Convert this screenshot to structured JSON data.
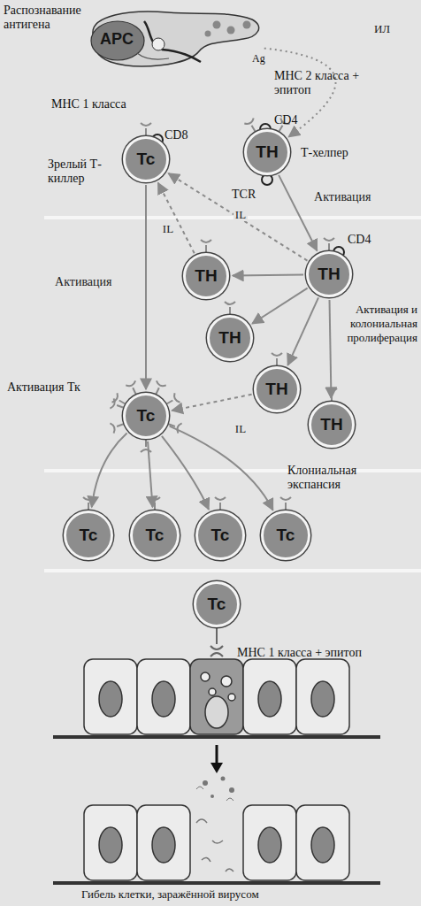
{
  "diagram": {
    "nodes": [
      {
        "text": [
          "APC"
        ]
      },
      {
        "text": [
          "Tc"
        ]
      },
      {
        "text": [
          "TH"
        ]
      },
      {
        "text": [
          "TH"
        ]
      },
      {
        "text": [
          "TH"
        ]
      },
      {
        "text": [
          "TH"
        ]
      },
      {
        "text": [
          "TH"
        ]
      },
      {
        "text": [
          "TH"
        ]
      },
      {
        "text": [
          "Tc"
        ]
      },
      {
        "text": [
          "Tc"
        ]
      },
      {
        "text": [
          "Tc"
        ]
      },
      {
        "text": [
          "Tc"
        ]
      },
      {
        "text": [
          "Tc"
        ]
      },
      {
        "text": [
          "Tc"
        ]
      }
    ],
    "edges": [
      {
        "from": 0,
        "to": 2,
        "arrow": "to",
        "label": "ИЛ"
      },
      {
        "from": 2,
        "to": 3,
        "arrow": "to",
        "label": "Активация"
      },
      {
        "from": 3,
        "to": 4,
        "arrow": "to"
      },
      {
        "from": 3,
        "to": 5,
        "arrow": "to"
      },
      {
        "from": 3,
        "to": 6,
        "arrow": "to"
      },
      {
        "from": 3,
        "to": 7,
        "arrow": "to"
      },
      {
        "from": 4,
        "to": 1,
        "arrow": "to",
        "label": "IL"
      },
      {
        "from": 3,
        "to": 1,
        "arrow": "to",
        "label": "IL"
      },
      {
        "from": 1,
        "to": 8,
        "arrow": "to",
        "label": "Активация"
      },
      {
        "from": 6,
        "to": 8,
        "arrow": "to",
        "label": "IL"
      },
      {
        "from": 8,
        "to": 9,
        "arrow": "to"
      },
      {
        "from": 8,
        "to": 10,
        "arrow": "to"
      },
      {
        "from": 8,
        "to": 11,
        "arrow": "to"
      },
      {
        "from": 8,
        "to": 12,
        "arrow": "to"
      }
    ],
    "labels": [
      "Распознавание антигена",
      "Ag",
      "МНС 2 класса + эпитоп",
      "МНС 1 класса",
      "CD8",
      "Зрелый Т-киллер",
      "CD4",
      "Т-хелпер",
      "TCR",
      "CD4",
      "Активация и колониальная пролиферация",
      "Активация Тк",
      "Клониальная экспансия",
      "МНС 1 класса + эпитоп",
      "Гибель клетки, заражённой вирусом"
    ]
  }
}
